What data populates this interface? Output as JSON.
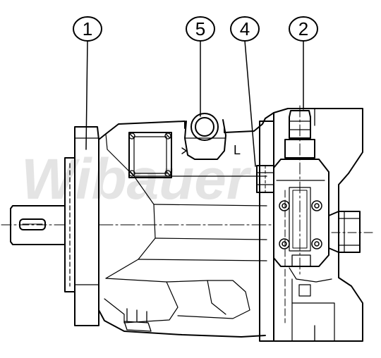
{
  "watermark": "Wibauer",
  "callouts": [
    {
      "id": "1",
      "label": "1"
    },
    {
      "id": "5",
      "label": "5"
    },
    {
      "id": "4",
      "label": "4"
    },
    {
      "id": "2",
      "label": "2"
    }
  ],
  "ports": {
    "port_l": "L"
  }
}
